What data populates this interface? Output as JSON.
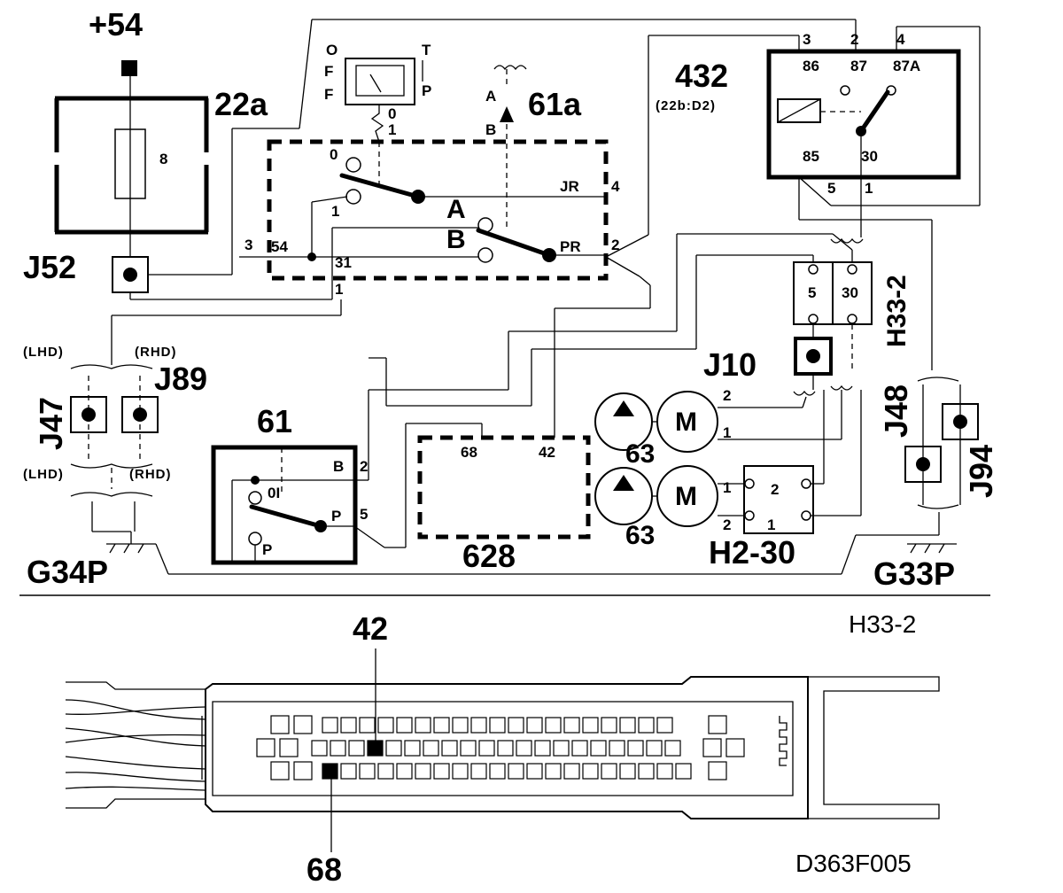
{
  "supply": "+54",
  "fuse_box": {
    "id": "22a",
    "fuse": "8"
  },
  "connector_j52": "J52",
  "switch_61a": {
    "id": "61a",
    "gauge_labels": [
      "O",
      "F",
      "F",
      "T",
      "P"
    ],
    "contacts": [
      "0",
      "1",
      "A",
      "B",
      "JR",
      "PR",
      "54",
      "31",
      "3",
      "4",
      "2",
      "1"
    ],
    "pins": {
      "p0": "0",
      "p1": "1",
      "a": "A",
      "b": "B"
    }
  },
  "relay": {
    "id": "432",
    "ref": "(22b:D2)",
    "pins_top": [
      "3",
      "2",
      "4"
    ],
    "contacts": [
      "86",
      "87",
      "87A",
      "85",
      "30"
    ],
    "pins_bottom": [
      "5",
      "1"
    ]
  },
  "h33_2": {
    "id": "H33-2",
    "pins": [
      "5",
      "30"
    ]
  },
  "j10": "J10",
  "j89": "J89",
  "j47": "J47",
  "lhd": "(LHD)",
  "rhd": "(RHD)",
  "switch_61": {
    "id": "61",
    "labels": [
      "B",
      "2",
      "0I",
      "P",
      "5",
      "P"
    ]
  },
  "ecu_628": {
    "id": "628",
    "pins": [
      "68",
      "42"
    ]
  },
  "pump_63": {
    "id": "63",
    "motor": "M",
    "pins_a": [
      "2",
      "1"
    ],
    "pins_b": [
      "1",
      "2",
      "2",
      "1"
    ]
  },
  "h2_30": "H2-30",
  "j48": "J48",
  "j94": "J94",
  "ground_left": "G34P",
  "ground_right": "G33P",
  "connector_view": {
    "label": "H33-2",
    "pin_top": "42",
    "pin_bottom": "68"
  },
  "figure_code": "D363F005"
}
